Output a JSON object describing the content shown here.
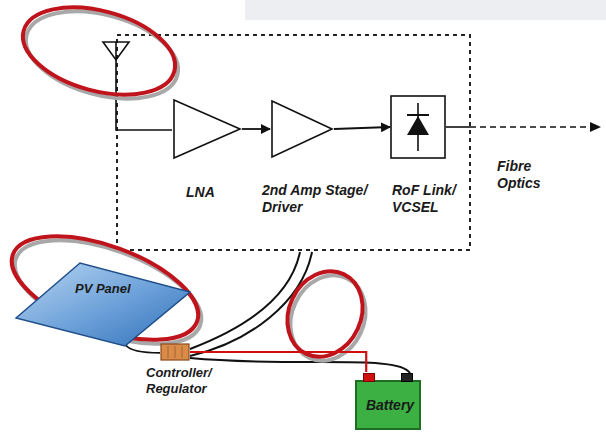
{
  "diagram": {
    "nodes": [
      {
        "text": [
          "LNA"
        ]
      },
      {
        "text": [
          "2nd Amp Stage/ Driver"
        ]
      },
      {
        "text": [
          "RoF Link/ VCSEL"
        ]
      },
      {
        "text": [
          "PV Panel"
        ]
      },
      {
        "text": [
          "Controller/ Regulator"
        ]
      },
      {
        "text": [
          "Battery"
        ]
      }
    ],
    "edges": [
      {
        "from": 0,
        "to": 1,
        "arrow": "to"
      },
      {
        "from": 1,
        "to": 2,
        "arrow": "to"
      },
      {
        "from": 3,
        "to": 4,
        "arrow": "none"
      },
      {
        "from": 4,
        "to": 5,
        "arrow": "none"
      }
    ],
    "labels": [
      "Fibre Optics"
    ]
  }
}
